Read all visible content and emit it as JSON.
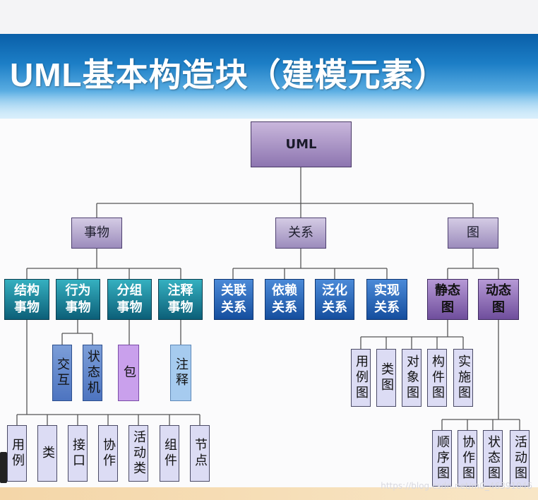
{
  "title": "UML基本构造块（建模元素）",
  "root": "UML",
  "categories": {
    "things": "事物",
    "relations": "关系",
    "diagrams": "图"
  },
  "things": {
    "structural": "结构\n事物",
    "behavioral": "行为\n事物",
    "grouping": "分组\n事物",
    "annotational": "注释\n事物",
    "interaction": "交互",
    "statemachine": "状态机",
    "package": "包",
    "note": "注释"
  },
  "structural_items": [
    "用例",
    "类",
    "接口",
    "协作",
    "活动类",
    "组件",
    "节点"
  ],
  "relations": [
    "关联\n关系",
    "依赖\n关系",
    "泛化\n关系",
    "实现\n关系"
  ],
  "diagrams": {
    "static": "静态\n图",
    "dynamic": "动态\n图",
    "static_items": [
      "用例图",
      "类图",
      "对象图",
      "构件图",
      "实施图"
    ],
    "dynamic_items": [
      "顺序图",
      "协作图",
      "状态图",
      "活动图"
    ]
  },
  "watermark": "https://blog.csdn.net/m0_46391046"
}
